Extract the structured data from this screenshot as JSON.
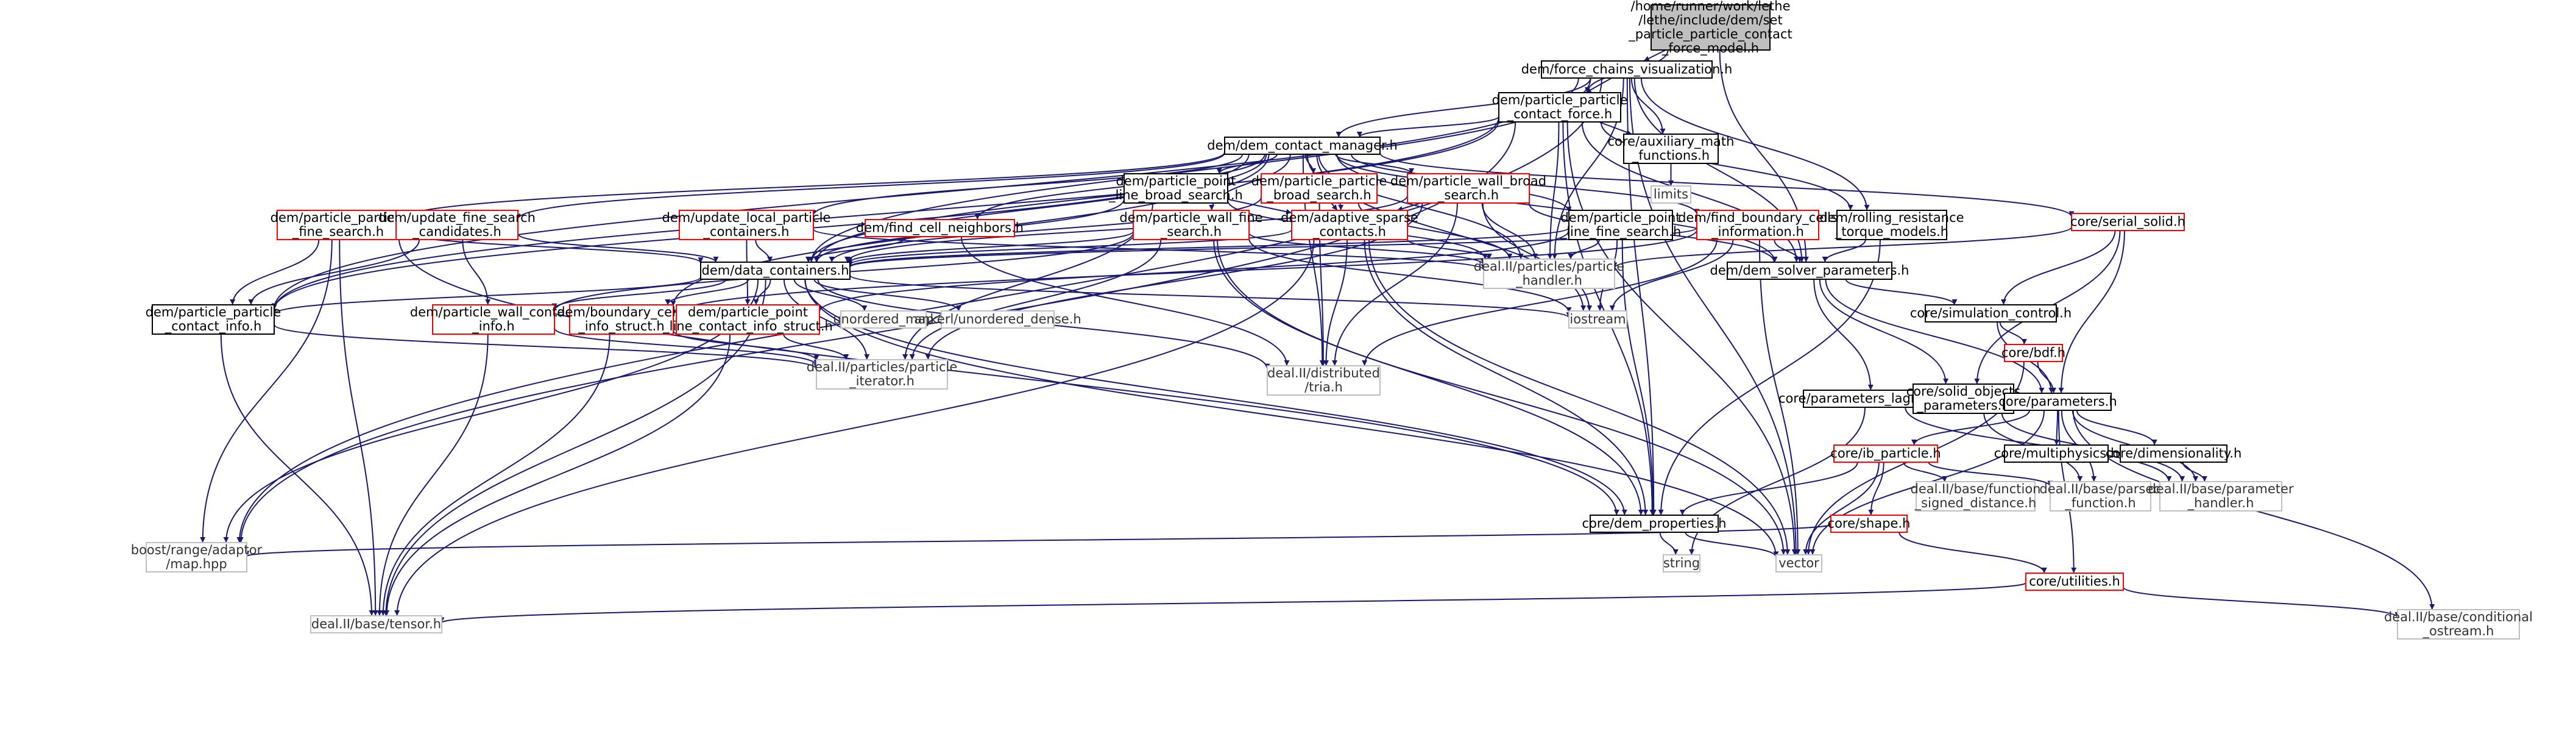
{
  "colors": {
    "edge": "#191970",
    "box_border_black": "#000000",
    "box_border_red": "#ff0000",
    "box_border_grey": "#bfbfbf",
    "root_fill": "#bfbfbf",
    "text": "#000000"
  },
  "nodes": [
    {
      "id": "root",
      "lines": [
        "/home/runner/work/lethe",
        "/lethe/include/dem/set",
        "_particle_particle_contact",
        "_force_model.h"
      ],
      "style": "root"
    },
    {
      "id": "fcv",
      "lines": [
        "dem/force_chains_visualization.h"
      ],
      "style": "black"
    },
    {
      "id": "ppcf",
      "lines": [
        "dem/particle_particle",
        "_contact_force.h"
      ],
      "style": "black"
    },
    {
      "id": "dcm",
      "lines": [
        "dem/dem_contact_manager.h"
      ],
      "style": "black"
    },
    {
      "id": "aux",
      "lines": [
        "core/auxiliary_math",
        "_functions.h"
      ],
      "style": "black"
    },
    {
      "id": "limits",
      "lines": [
        "limits"
      ],
      "style": "grey"
    },
    {
      "id": "pplbs",
      "lines": [
        "dem/particle_point",
        "_line_broad_search.h"
      ],
      "style": "black"
    },
    {
      "id": "ppbs",
      "lines": [
        "dem/particle_particle",
        "_broad_search.h"
      ],
      "style": "red"
    },
    {
      "id": "pwbs",
      "lines": [
        "dem/particle_wall_broad",
        "_search.h"
      ],
      "style": "red"
    },
    {
      "id": "ppfs",
      "lines": [
        "dem/particle_particle",
        "_fine_search.h"
      ],
      "style": "red"
    },
    {
      "id": "ufsc",
      "lines": [
        "dem/update_fine_search",
        "_candidates.h"
      ],
      "style": "red"
    },
    {
      "id": "ulpc",
      "lines": [
        "dem/update_local_particle",
        "_containers.h"
      ],
      "style": "red"
    },
    {
      "id": "fcn",
      "lines": [
        "dem/find_cell_neighbors.h"
      ],
      "style": "red"
    },
    {
      "id": "pwfs",
      "lines": [
        "dem/particle_wall_fine",
        "_search.h"
      ],
      "style": "red"
    },
    {
      "id": "asc",
      "lines": [
        "dem/adaptive_sparse",
        "_contacts.h"
      ],
      "style": "red"
    },
    {
      "id": "pplfs",
      "lines": [
        "dem/particle_point",
        "_line_fine_search.h"
      ],
      "style": "black"
    },
    {
      "id": "fbci",
      "lines": [
        "dem/find_boundary_cells",
        "_information.h"
      ],
      "style": "red"
    },
    {
      "id": "rrtm",
      "lines": [
        "dem/rolling_resistance",
        "_torque_models.h"
      ],
      "style": "black"
    },
    {
      "id": "ss",
      "lines": [
        "core/serial_solid.h"
      ],
      "style": "red"
    },
    {
      "id": "dc",
      "lines": [
        "dem/data_containers.h"
      ],
      "style": "black"
    },
    {
      "id": "pph",
      "lines": [
        "deal.II/particles/particle",
        "_handler.h"
      ],
      "style": "grey"
    },
    {
      "id": "dsp",
      "lines": [
        "dem/dem_solver_parameters.h"
      ],
      "style": "black"
    },
    {
      "id": "ppci",
      "lines": [
        "dem/particle_particle",
        "_contact_info.h"
      ],
      "style": "black"
    },
    {
      "id": "pwci",
      "lines": [
        "dem/particle_wall_contact",
        "_info.h"
      ],
      "style": "red"
    },
    {
      "id": "bcis",
      "lines": [
        "dem/boundary_cells",
        "_info_struct.h"
      ],
      "style": "red"
    },
    {
      "id": "pplcis",
      "lines": [
        "dem/particle_point",
        "_line_contact_info_struct.h"
      ],
      "style": "red"
    },
    {
      "id": "umap",
      "lines": [
        "unordered_map"
      ],
      "style": "grey"
    },
    {
      "id": "ankerl",
      "lines": [
        "ankerl/unordered_dense.h"
      ],
      "style": "grey"
    },
    {
      "id": "iostream",
      "lines": [
        "iostream"
      ],
      "style": "grey"
    },
    {
      "id": "ppi",
      "lines": [
        "deal.II/particles/particle",
        "_iterator.h"
      ],
      "style": "grey"
    },
    {
      "id": "tria",
      "lines": [
        "deal.II/distributed",
        "/tria.h"
      ],
      "style": "grey"
    },
    {
      "id": "simctl",
      "lines": [
        "core/simulation_control.h"
      ],
      "style": "black"
    },
    {
      "id": "bdf",
      "lines": [
        "core/bdf.h"
      ],
      "style": "red"
    },
    {
      "id": "pl",
      "lines": [
        "core/parameters_lagrangian.h"
      ],
      "style": "black"
    },
    {
      "id": "sop",
      "lines": [
        "core/solid_objects",
        "_parameters.h"
      ],
      "style": "black"
    },
    {
      "id": "params",
      "lines": [
        "core/parameters.h"
      ],
      "style": "black"
    },
    {
      "id": "ibp",
      "lines": [
        "core/ib_particle.h"
      ],
      "style": "red"
    },
    {
      "id": "multi",
      "lines": [
        "core/multiphysics.h"
      ],
      "style": "black"
    },
    {
      "id": "dim",
      "lines": [
        "core/dimensionality.h"
      ],
      "style": "black"
    },
    {
      "id": "dfsd",
      "lines": [
        "deal.II/base/function",
        "_signed_distance.h"
      ],
      "style": "grey"
    },
    {
      "id": "parsed",
      "lines": [
        "deal.II/base/parsed",
        "_function.h"
      ],
      "style": "grey"
    },
    {
      "id": "paramh",
      "lines": [
        "deal.II/base/parameter",
        "_handler.h"
      ],
      "style": "grey"
    },
    {
      "id": "demprop",
      "lines": [
        "core/dem_properties.h"
      ],
      "style": "black"
    },
    {
      "id": "shape",
      "lines": [
        "core/shape.h"
      ],
      "style": "red"
    },
    {
      "id": "boost",
      "lines": [
        "boost/range/adaptor",
        "/map.hpp"
      ],
      "style": "grey"
    },
    {
      "id": "string",
      "lines": [
        "string"
      ],
      "style": "grey"
    },
    {
      "id": "vector",
      "lines": [
        "vector"
      ],
      "style": "grey"
    },
    {
      "id": "utils",
      "lines": [
        "core/utilities.h"
      ],
      "style": "red"
    },
    {
      "id": "tensor",
      "lines": [
        "deal.II/base/tensor.h"
      ],
      "style": "grey"
    },
    {
      "id": "condout",
      "lines": [
        "deal.II/base/conditional",
        "_ostream.h"
      ],
      "style": "grey"
    }
  ],
  "edges": [
    [
      "root",
      "fcv"
    ],
    [
      "root",
      "ppcf"
    ],
    [
      "root",
      "dsp"
    ],
    [
      "fcv",
      "ppcf"
    ],
    [
      "fcv",
      "dcm"
    ],
    [
      "fcv",
      "aux"
    ],
    [
      "fcv",
      "rrtm"
    ],
    [
      "fcv",
      "dc"
    ],
    [
      "fcv",
      "pph"
    ],
    [
      "fcv",
      "dsp"
    ],
    [
      "fcv",
      "ppci"
    ],
    [
      "fcv",
      "boost"
    ],
    [
      "fcv",
      "vector"
    ],
    [
      "fcv",
      "demprop"
    ],
    [
      "ppcf",
      "dcm"
    ],
    [
      "ppcf",
      "aux"
    ],
    [
      "ppcf",
      "rrtm"
    ],
    [
      "ppcf",
      "dc"
    ],
    [
      "ppcf",
      "pph"
    ],
    [
      "ppcf",
      "dsp"
    ],
    [
      "ppcf",
      "ppci"
    ],
    [
      "ppcf",
      "demprop"
    ],
    [
      "ppcf",
      "boost"
    ],
    [
      "ppcf",
      "vector"
    ],
    [
      "aux",
      "limits"
    ],
    [
      "dcm",
      "pplbs"
    ],
    [
      "dcm",
      "ppbs"
    ],
    [
      "dcm",
      "pwbs"
    ],
    [
      "dcm",
      "ppfs"
    ],
    [
      "dcm",
      "ufsc"
    ],
    [
      "dcm",
      "ulpc"
    ],
    [
      "dcm",
      "fcn"
    ],
    [
      "dcm",
      "pwfs"
    ],
    [
      "dcm",
      "asc"
    ],
    [
      "dcm",
      "pplfs"
    ],
    [
      "dcm",
      "fbci"
    ],
    [
      "dcm",
      "ss"
    ],
    [
      "dcm",
      "dc"
    ],
    [
      "dcm",
      "pph"
    ],
    [
      "dcm",
      "dsp"
    ],
    [
      "dcm",
      "ppci"
    ],
    [
      "dcm",
      "bcis"
    ],
    [
      "dcm",
      "tria"
    ],
    [
      "dcm",
      "iostream"
    ],
    [
      "pplbs",
      "dc"
    ],
    [
      "pplbs",
      "pph"
    ],
    [
      "pplbs",
      "ppi"
    ],
    [
      "pplbs",
      "asc"
    ],
    [
      "ppbs",
      "dc"
    ],
    [
      "ppbs",
      "pph"
    ],
    [
      "ppbs",
      "asc"
    ],
    [
      "ppbs",
      "tria"
    ],
    [
      "pwbs",
      "dc"
    ],
    [
      "pwbs",
      "pph"
    ],
    [
      "pwbs",
      "dsp"
    ],
    [
      "pwbs",
      "asc"
    ],
    [
      "pwbs",
      "ppi"
    ],
    [
      "pwbs",
      "iostream"
    ],
    [
      "pwbs",
      "tria"
    ],
    [
      "ppfs",
      "dc"
    ],
    [
      "ppfs",
      "ppci"
    ],
    [
      "ppfs",
      "demprop"
    ],
    [
      "ppfs",
      "boost"
    ],
    [
      "ppfs",
      "tensor"
    ],
    [
      "ufsc",
      "dc"
    ],
    [
      "ufsc",
      "pwci"
    ],
    [
      "ufsc",
      "ppci"
    ],
    [
      "ulpc",
      "dc"
    ],
    [
      "ulpc",
      "pplcis"
    ],
    [
      "ulpc",
      "pph"
    ],
    [
      "fcn",
      "dc"
    ],
    [
      "fcn",
      "tria"
    ],
    [
      "pwfs",
      "dc"
    ],
    [
      "pwfs",
      "pph"
    ],
    [
      "pwfs",
      "ppi"
    ],
    [
      "pwfs",
      "demprop"
    ],
    [
      "pwfs",
      "pwci"
    ],
    [
      "pwfs",
      "iostream"
    ],
    [
      "pwfs",
      "vector"
    ],
    [
      "asc",
      "dc"
    ],
    [
      "asc",
      "pph"
    ],
    [
      "asc",
      "demprop"
    ],
    [
      "asc",
      "tria"
    ],
    [
      "asc",
      "tensor"
    ],
    [
      "asc",
      "vector"
    ],
    [
      "pplfs",
      "dc"
    ],
    [
      "pplfs",
      "pph"
    ],
    [
      "pplfs",
      "pplcis"
    ],
    [
      "pplfs",
      "iostream"
    ],
    [
      "pplfs",
      "demprop"
    ],
    [
      "fbci",
      "dc"
    ],
    [
      "fbci",
      "dsp"
    ],
    [
      "fbci",
      "bcis"
    ],
    [
      "fbci",
      "tria"
    ],
    [
      "fbci",
      "iostream"
    ],
    [
      "fbci",
      "vector"
    ],
    [
      "rrtm",
      "dsp"
    ],
    [
      "rrtm",
      "demprop"
    ],
    [
      "ss",
      "simctl"
    ],
    [
      "ss",
      "sop"
    ],
    [
      "ss",
      "pph"
    ],
    [
      "ss",
      "params"
    ],
    [
      "dc",
      "ppci"
    ],
    [
      "dc",
      "pwci"
    ],
    [
      "dc",
      "bcis"
    ],
    [
      "dc",
      "pplcis"
    ],
    [
      "dc",
      "umap"
    ],
    [
      "dc",
      "ankerl"
    ],
    [
      "dc",
      "iostream"
    ],
    [
      "dc",
      "ppi"
    ],
    [
      "dc",
      "tria"
    ],
    [
      "dc",
      "boost"
    ],
    [
      "dc",
      "tensor"
    ],
    [
      "dc",
      "vector"
    ],
    [
      "dc",
      "demprop"
    ],
    [
      "dsp",
      "simctl"
    ],
    [
      "dsp",
      "pl"
    ],
    [
      "dsp",
      "sop"
    ],
    [
      "dsp",
      "params"
    ],
    [
      "ppci",
      "ppi"
    ],
    [
      "ppci",
      "tensor"
    ],
    [
      "pwci",
      "ppi"
    ],
    [
      "pwci",
      "tensor"
    ],
    [
      "bcis",
      "ppi"
    ],
    [
      "bcis",
      "tensor"
    ],
    [
      "pplcis",
      "ppi"
    ],
    [
      "pplcis",
      "tensor"
    ],
    [
      "simctl",
      "bdf"
    ],
    [
      "simctl",
      "params"
    ],
    [
      "bdf",
      "params"
    ],
    [
      "bdf",
      "vector"
    ],
    [
      "pl",
      "params"
    ],
    [
      "pl",
      "paramh"
    ],
    [
      "pl",
      "string"
    ],
    [
      "sop",
      "params"
    ],
    [
      "sop",
      "parsed"
    ],
    [
      "sop",
      "paramh"
    ],
    [
      "params",
      "ibp"
    ],
    [
      "params",
      "multi"
    ],
    [
      "params",
      "dim"
    ],
    [
      "params",
      "parsed"
    ],
    [
      "params",
      "paramh"
    ],
    [
      "params",
      "utils"
    ],
    [
      "params",
      "condout"
    ],
    [
      "params",
      "vector"
    ],
    [
      "ibp",
      "demprop"
    ],
    [
      "ibp",
      "shape"
    ],
    [
      "ibp",
      "dfsd"
    ],
    [
      "ibp",
      "parsed"
    ],
    [
      "ibp",
      "vector"
    ],
    [
      "dim",
      "paramh"
    ],
    [
      "shape",
      "utils"
    ],
    [
      "shape",
      "boost"
    ],
    [
      "demprop",
      "string"
    ],
    [
      "demprop",
      "vector"
    ],
    [
      "utils",
      "tensor"
    ],
    [
      "utils",
      "condout"
    ]
  ]
}
